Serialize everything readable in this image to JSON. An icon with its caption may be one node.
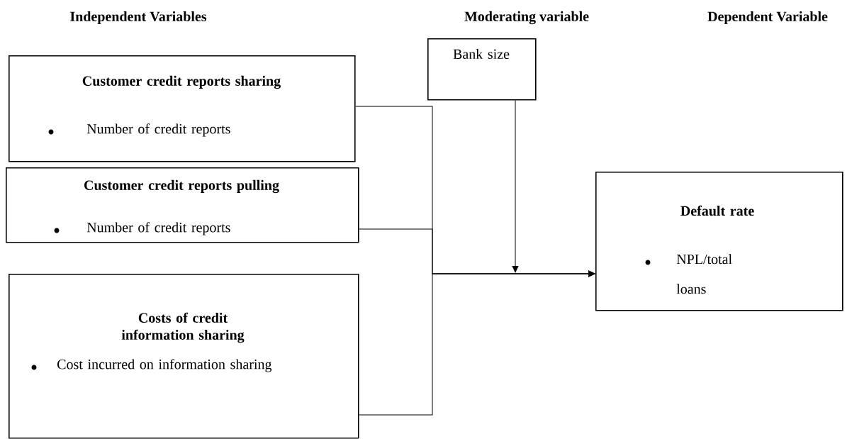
{
  "diagram": {
    "nodes": [
      {
        "text": [
          "Customer credit reports sharing",
          "Number of credit reports"
        ]
      },
      {
        "text": [
          "Customer credit reports pulling",
          "Number of credit reports"
        ]
      },
      {
        "text": [
          "Costs of credit information sharing",
          "Cost incurred on information sharing"
        ]
      },
      {
        "text": [
          "Bank size"
        ]
      },
      {
        "text": [
          "Default rate",
          "NPL/total loans"
        ]
      }
    ],
    "edges": [
      {
        "from": 0,
        "to": 4,
        "arrow": "to"
      },
      {
        "from": 1,
        "to": 4,
        "arrow": "to"
      },
      {
        "from": 2,
        "to": 4,
        "arrow": "to"
      },
      {
        "from": 3,
        "to": null,
        "arrow": "to"
      }
    ],
    "labels": [
      "Independent Variables",
      "Moderating variable",
      "Dependent Variable"
    ]
  }
}
